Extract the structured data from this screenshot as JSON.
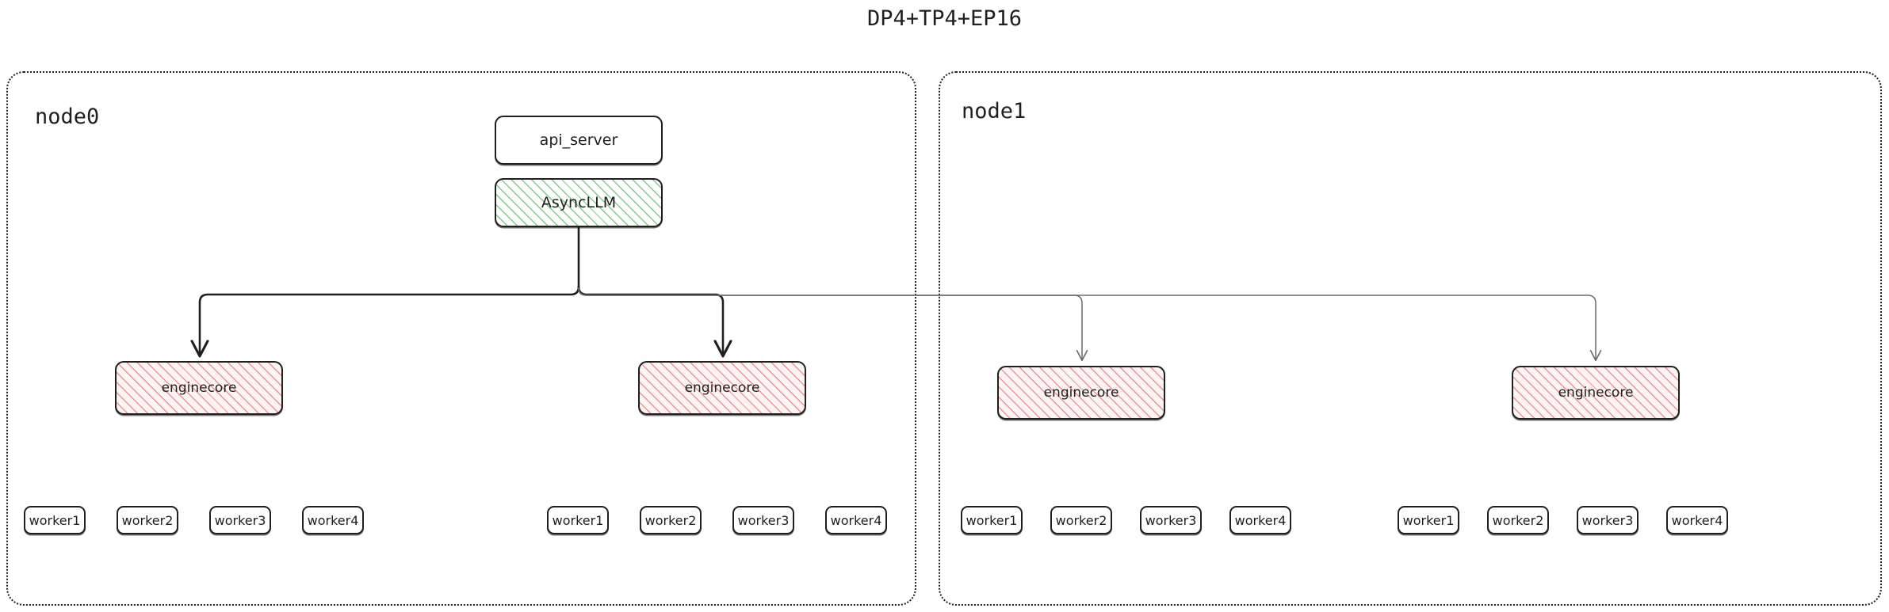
{
  "title": "DP4+TP4+EP16",
  "colors": {
    "ink": "#1f1f1f",
    "async_hatch": "#78c882",
    "enginecore_hatch": "#eb8282",
    "enginecore_fill": "#fdf4f4",
    "container_border": "#1f1f1f",
    "edge_dark": "#1f1f1f",
    "edge_light": "#6b6b6b"
  },
  "nodes": [
    {
      "label": "node0",
      "blocks": {
        "api_server": "api_server",
        "async_llm": "AsyncLLM"
      },
      "enginecores": [
        {
          "label": "enginecore"
        },
        {
          "label": "enginecore"
        }
      ],
      "worker_groups": [
        {
          "workers": [
            "worker1",
            "worker2",
            "worker3",
            "worker4"
          ]
        },
        {
          "workers": [
            "worker1",
            "worker2",
            "worker3",
            "worker4"
          ]
        }
      ]
    },
    {
      "label": "node1",
      "enginecores": [
        {
          "label": "enginecore"
        },
        {
          "label": "enginecore"
        }
      ],
      "worker_groups": [
        {
          "workers": [
            "worker1",
            "worker2",
            "worker3",
            "worker4"
          ]
        },
        {
          "workers": [
            "worker1",
            "worker2",
            "worker3",
            "worker4"
          ]
        }
      ]
    }
  ],
  "edges": [
    {
      "from": "AsyncLLM",
      "to": "node0.enginecore.0",
      "style": "dark"
    },
    {
      "from": "AsyncLLM",
      "to": "node0.enginecore.1",
      "style": "dark"
    },
    {
      "from": "AsyncLLM",
      "to": "node1.enginecore.0",
      "style": "light"
    },
    {
      "from": "AsyncLLM",
      "to": "node1.enginecore.1",
      "style": "light"
    }
  ]
}
